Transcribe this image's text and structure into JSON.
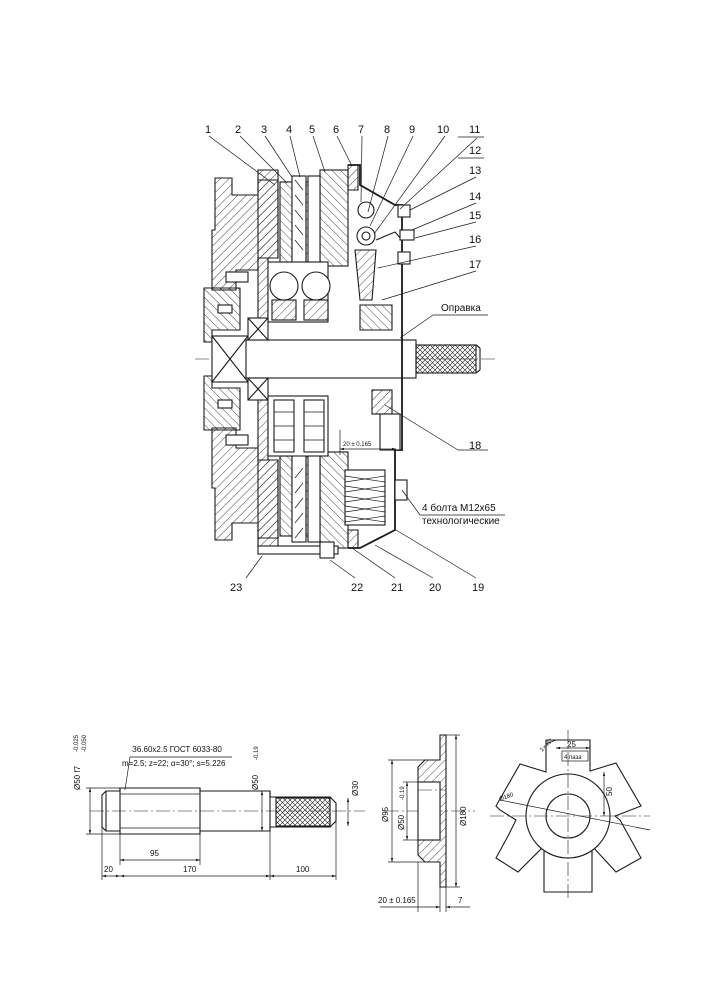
{
  "callouts": [
    "1",
    "2",
    "3",
    "4",
    "5",
    "6",
    "7",
    "8",
    "9",
    "10",
    "11",
    "12",
    "13",
    "14",
    "15",
    "16",
    "17",
    "18",
    "19",
    "20",
    "21",
    "22",
    "23"
  ],
  "labels": {
    "mandrel": "Оправка",
    "bolts_line1": "4 болта М12х65",
    "bolts_line2": "технологические",
    "assembly_gap": "20 ± 0.165"
  },
  "shaft": {
    "gear_spec": "З6.60х2.5 ГОСТ 6033-80",
    "gear_params": "m=2.5; z=22; α=30°; s=5.226",
    "dia_main": "Ø50 f7",
    "dia_main_tol_upper": "-0.025",
    "dia_main_tol_lower": "-0.050",
    "dia_step": "Ø50",
    "dia_step_tol": "-0.19",
    "dia_end": "Ø30",
    "len_20": "20",
    "len_95": "95",
    "len_170": "170",
    "len_100": "100"
  },
  "flange": {
    "dia_95": "Ø95",
    "dia_bore": "Ø50",
    "dia_bore_tol": "-0.19",
    "dia_180": "Ø180",
    "len_offset": "20 ± 0.165",
    "len_7": "7"
  },
  "star": {
    "slot_width": "25",
    "slot_count": "4 паза",
    "slot_depth": "50",
    "dia_180": "Ø180",
    "chamfer": "1×45°"
  }
}
